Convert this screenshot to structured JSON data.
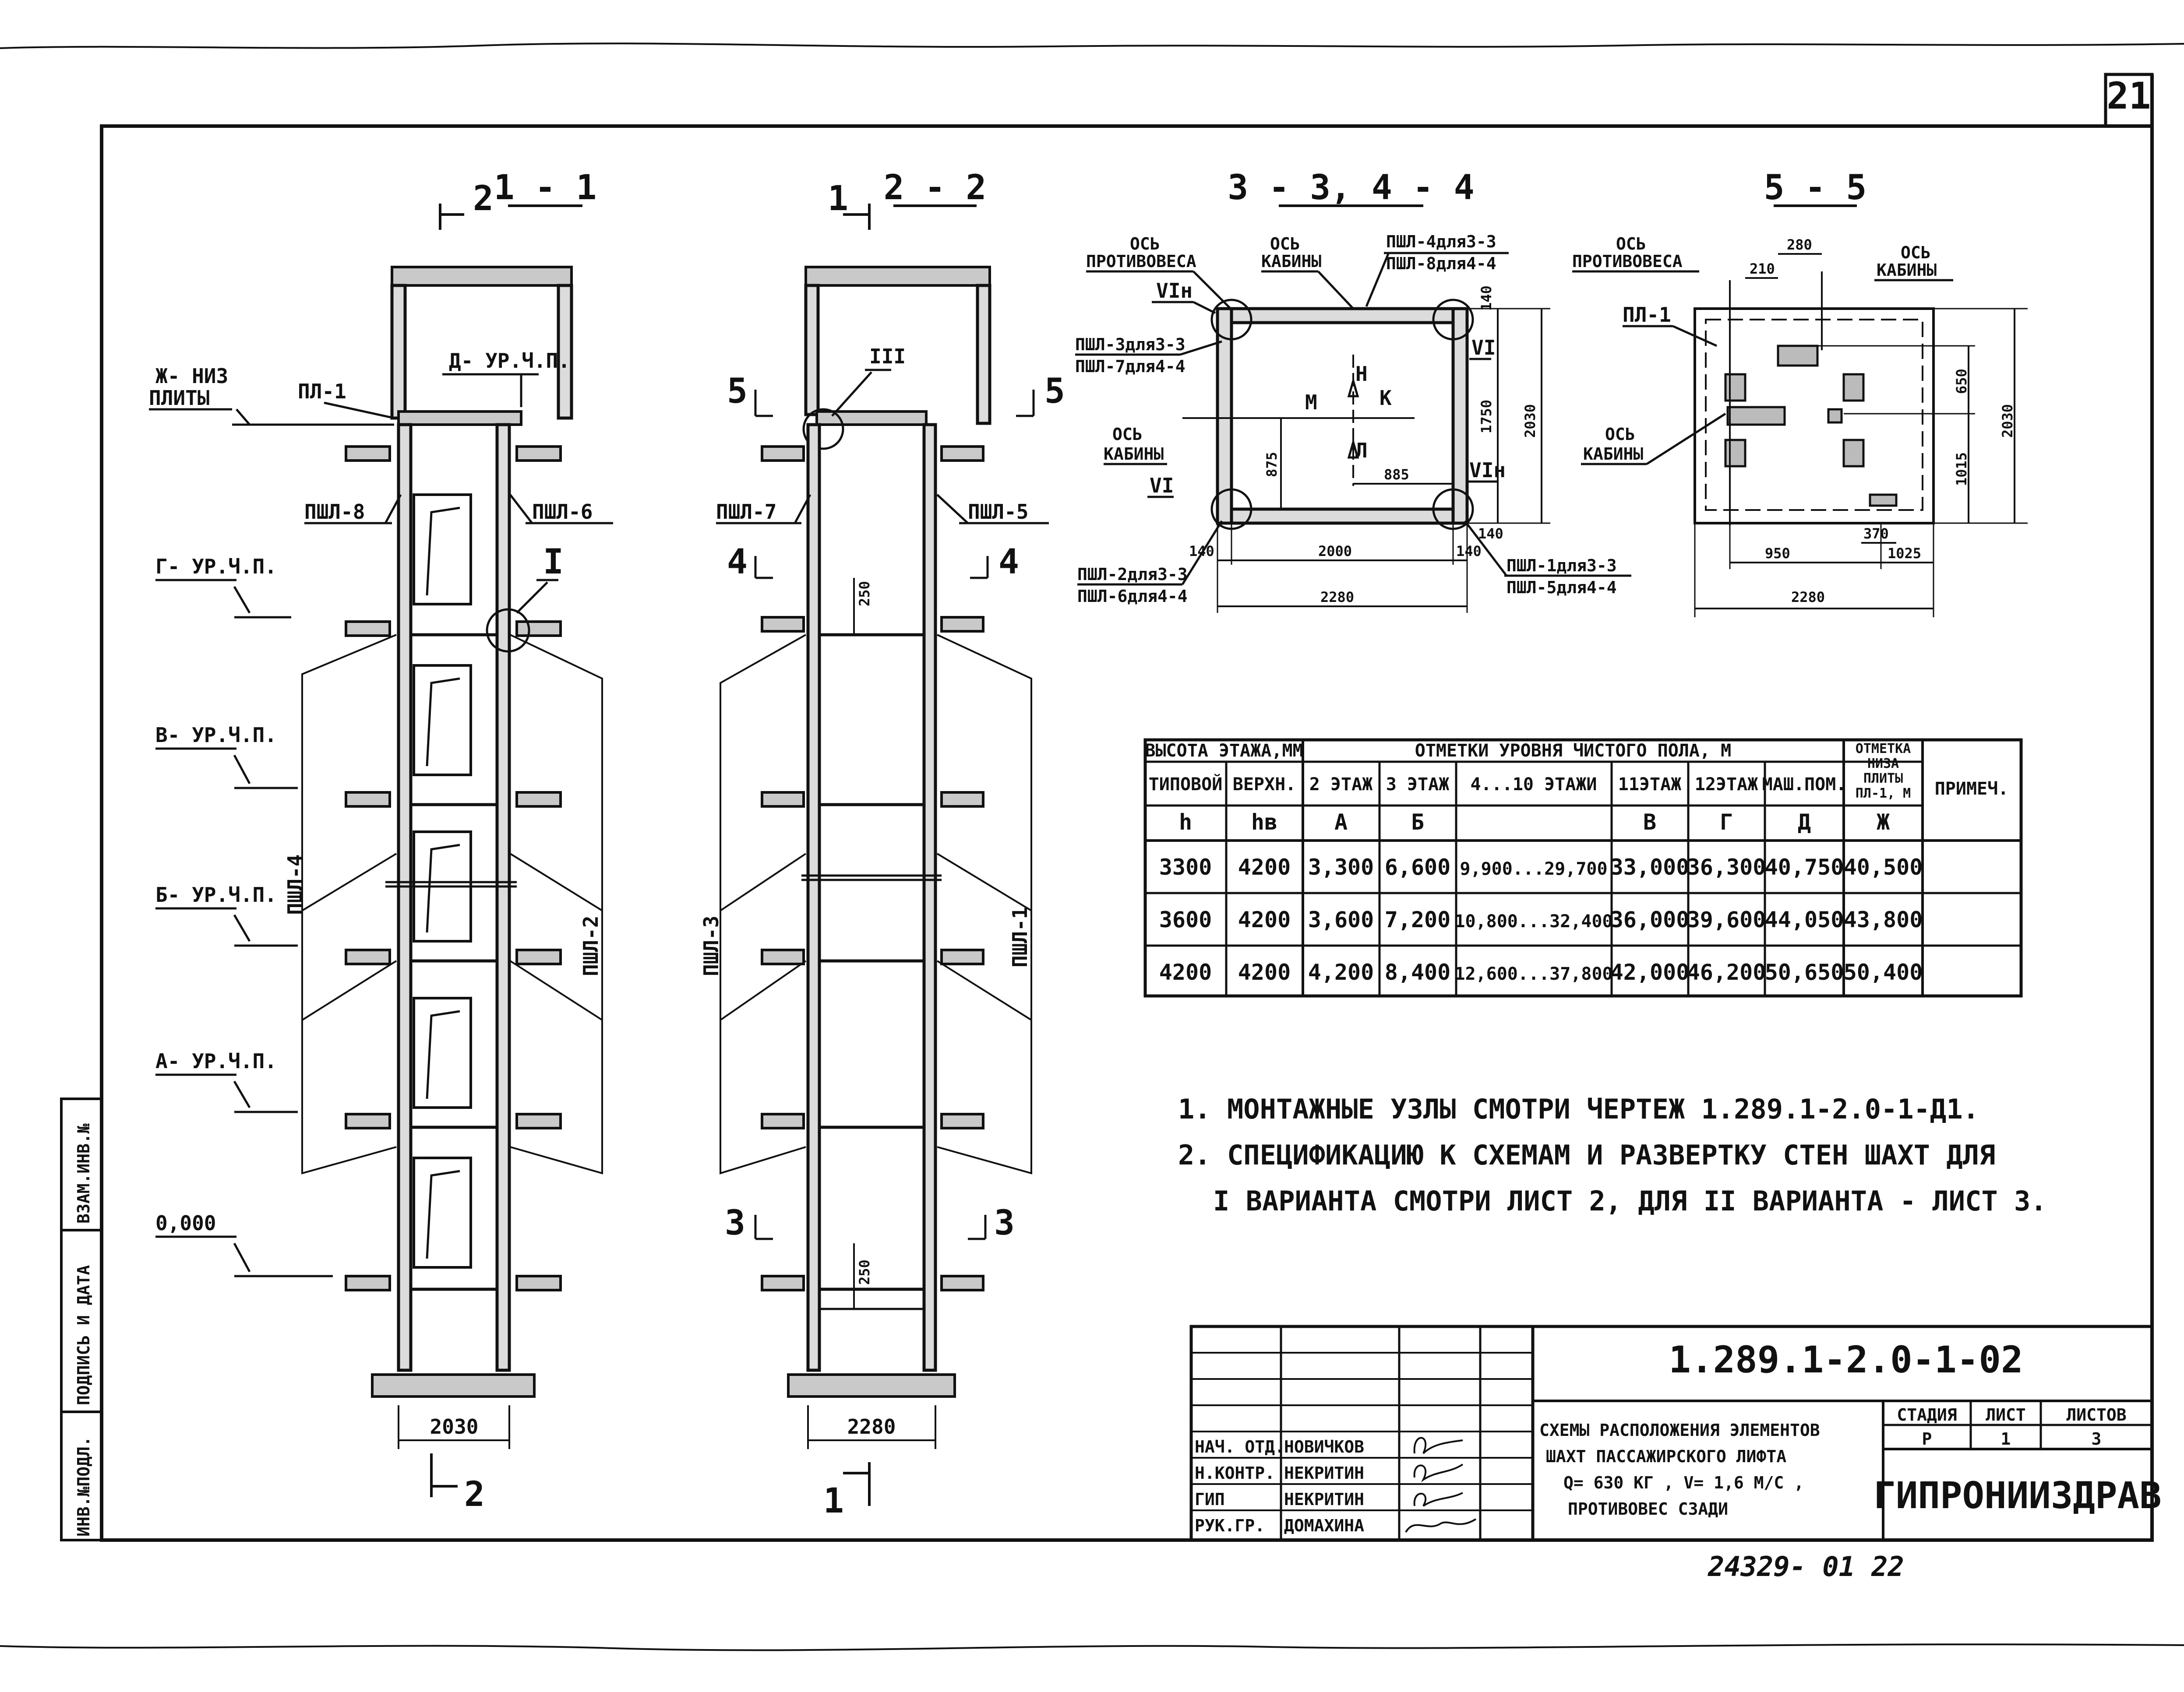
{
  "sheet": {
    "number": "21",
    "bottom_note": "24329- 01  22"
  },
  "side_stamp": {
    "fields": [
      "ВЗАМ.ИНВ.№",
      "ПОДПИСЬ И ДАТА",
      "ИНВ.№ПОДЛ."
    ]
  },
  "section_1_1": {
    "title": "1 - 1",
    "cut_top": "2",
    "cut_bottom": "2",
    "levels": [
      "Ж- НИЗ",
      "ПЛИТЫ",
      "Г- УР.Ч.П.",
      "В- УР.Ч.П.",
      "Б- УР.Ч.П.",
      "А- УР.Ч.П.",
      "0,000"
    ],
    "labels": {
      "pl1": "ПЛ-1",
      "d_level": "Д- УР.Ч.П.",
      "pshl8": "ПШЛ-8",
      "pshl6": "ПШЛ-6",
      "node1": "I",
      "pshl4": "ПШЛ-4",
      "pshl2": "ПШЛ-2"
    },
    "dimension": "2030"
  },
  "section_2_2": {
    "title": "2 - 2",
    "cut_top": "1",
    "cut_bottom": "1",
    "labels": {
      "node3": "III",
      "cut5a": "5",
      "cut5b": "5",
      "pshl7": "ПШЛ-7",
      "pshl5": "ПШЛ-5",
      "cut4a": "4",
      "cut4b": "4",
      "dim250a": "250",
      "pshl3": "ПШЛ-3",
      "pshl1": "ПШЛ-1",
      "cut3a": "3",
      "cut3b": "3",
      "dim250b": "250"
    },
    "dimension": "2280"
  },
  "section_3_3": {
    "title": "3 - 3, 4 - 4",
    "labels": {
      "axis_cw": "ОСЬ",
      "axis_cw2": "ПРОТИВОВЕСА",
      "axis_cab": "ОСЬ",
      "axis_cab2": "КАБИНЫ",
      "p4": "ПШЛ-4для3-3",
      "p8": "ПШЛ-8для4-4",
      "node6h": "VIн",
      "node6": "VI",
      "node6b": "VI",
      "node6hb": "VIн",
      "p3": "ПШЛ-3для3-3",
      "p7": "ПШЛ-7для4-4",
      "axis_cab3": "ОСЬ",
      "axis_cab4": "КАБИНЫ",
      "h": "Н",
      "m": "М",
      "k": "К",
      "l": "Л",
      "p2": "ПШЛ-2для3-3",
      "p6": "ПШЛ-6для4-4",
      "p1": "ПШЛ-1для3-3",
      "p5": "ПШЛ-5для4-4"
    },
    "dims": {
      "d140a": "140",
      "d1750": "1750",
      "d2030": "2030",
      "d875": "875",
      "d885": "885",
      "d140b": "140",
      "d2000": "2000",
      "d140c": "140",
      "d140d": "140",
      "d2280": "2280"
    }
  },
  "section_5_5": {
    "title": "5 - 5",
    "labels": {
      "axis_cw": "ОСЬ",
      "axis_cw2": "ПРОТИВОВЕСА",
      "axis_cab": "ОСЬ",
      "axis_cab2": "КАБИНЫ",
      "pl1": "ПЛ-1",
      "axis_cab3": "ОСЬ",
      "axis_cab4": "КАБИНЫ"
    },
    "dims": {
      "d280": "280",
      "d210": "210",
      "d650": "650",
      "d2030": "2030",
      "d1015": "1015",
      "d370": "370",
      "d950": "950",
      "d1025": "1025",
      "d2280": "2280"
    }
  },
  "levels_table": {
    "group_headers": [
      "ВЫСОТА ЭТАЖА,ММ",
      "ОТМЕТКИ УРОВНЯ ЧИСТОГО ПОЛА, М",
      "ОТМЕТКА НИЗА ПЛИТЫ ПЛ-1, М",
      "ПРИМЕЧ."
    ],
    "headers": [
      "ТИПОВОЙ",
      "ВЕРХН.",
      "2 ЭТАЖ",
      "3 ЭТАЖ",
      "4...10 ЭТАЖИ",
      "11ЭТАЖ",
      "12ЭТАЖ",
      "МАШ.ПОМ."
    ],
    "symbols": [
      "h",
      "hв",
      "А",
      "Б",
      "",
      "В",
      "Г",
      "Д",
      "Ж"
    ],
    "rows": [
      [
        "3300",
        "4200",
        "3,300",
        "6,600",
        "9,900...29,700",
        "33,000",
        "36,300",
        "40,750",
        "40,500",
        ""
      ],
      [
        "3600",
        "4200",
        "3,600",
        "7,200",
        "10,800...32,400",
        "36,000",
        "39,600",
        "44,050",
        "43,800",
        ""
      ],
      [
        "4200",
        "4200",
        "4,200",
        "8,400",
        "12,600...37,800",
        "42,000",
        "46,200",
        "50,650",
        "50,400",
        ""
      ]
    ]
  },
  "notes": [
    "1. МОНТАЖНЫЕ УЗЛЫ СМОТРИ ЧЕРТЕЖ 1.289.1-2.0-1-Д1.",
    "2. СПЕЦИФИКАЦИЮ К СХЕМАМ И РАЗВЕРТКУ СТЕН ШАХТ ДЛЯ",
    "I ВАРИАНТА СМОТРИ ЛИСТ 2, ДЛЯ II ВАРИАНТА - ЛИСТ 3."
  ],
  "title_block": {
    "code": "1.289.1-2.0-1-02",
    "description": [
      "СХЕМЫ РАСПОЛОЖЕНИЯ ЭЛЕМЕНТОВ",
      "ШАХТ ПАССАЖИРСКОГО ЛИФТА",
      "Q= 630 КГ , V= 1,6 М/С ,",
      "ПРОТИВОВЕС СЗАДИ"
    ],
    "stage_header": "СТАДИЯ",
    "sheet_header": "ЛИСТ",
    "sheets_header": "ЛИСТОВ",
    "stage": "Р",
    "sheet": "1",
    "sheets": "3",
    "org": "ГИПРОНИИЗДРАВ",
    "people": [
      {
        "role": "НАЧ. ОТД.",
        "name": "НОВИЧКОВ"
      },
      {
        "role": "Н.КОНТР.",
        "name": "НЕКРИТИН"
      },
      {
        "role": "ГИП",
        "name": "НЕКРИТИН"
      },
      {
        "role": "РУК.ГР.",
        "name": "ДОМАХИНА"
      }
    ]
  }
}
